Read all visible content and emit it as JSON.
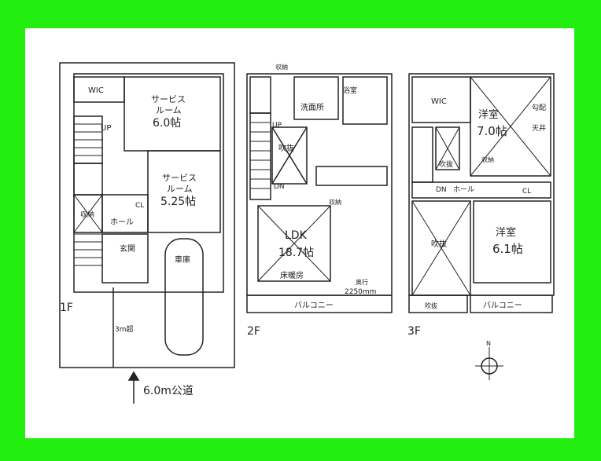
{
  "colors": {
    "frame": "#22ee0f",
    "paper": "#ffffff",
    "ink": "#222222"
  },
  "floor1": {
    "level": "1F",
    "wic": "WIC",
    "service_room_a": {
      "line1": "サービス",
      "line2": "ルーム",
      "line3": "6.0帖"
    },
    "service_room_b": {
      "line1": "サービス",
      "line2": "ルーム",
      "line3": "5.25帖"
    },
    "up": "UP",
    "storage": "収納",
    "hall": "ホール",
    "entrance": "玄関",
    "closet": "CL",
    "garage": "車庫",
    "setback": "3m超",
    "road": "6.0m公道"
  },
  "floor2": {
    "level": "2F",
    "storage_top": "収納",
    "washroom": "洗面所",
    "bath": "浴室",
    "up": "UP",
    "void": "吹抜",
    "ldk": {
      "line1": "LDK",
      "line2": "18.7帖"
    },
    "kitchen": "床暖房",
    "dn": "DN",
    "storage_mid": "収納",
    "depth": {
      "line1": "奥行",
      "line2": "2250mm"
    },
    "balcony": "バルコニー"
  },
  "floor3": {
    "level": "3F",
    "wic": "WIC",
    "western_room_a": {
      "line1": "洋室",
      "line2": "7.0帖"
    },
    "sloped_ceiling": {
      "line1": "勾配",
      "line2": "天井"
    },
    "void_a": "吹抜",
    "storage": "収納",
    "dn": "DN",
    "hall": "ホール",
    "closet": "CL",
    "void_b": "吹抜",
    "western_room_b": {
      "line1": "洋室",
      "line2": "6.1帖"
    },
    "balcony": "バルコニー",
    "void_c": "吹抜",
    "compass": "N"
  }
}
